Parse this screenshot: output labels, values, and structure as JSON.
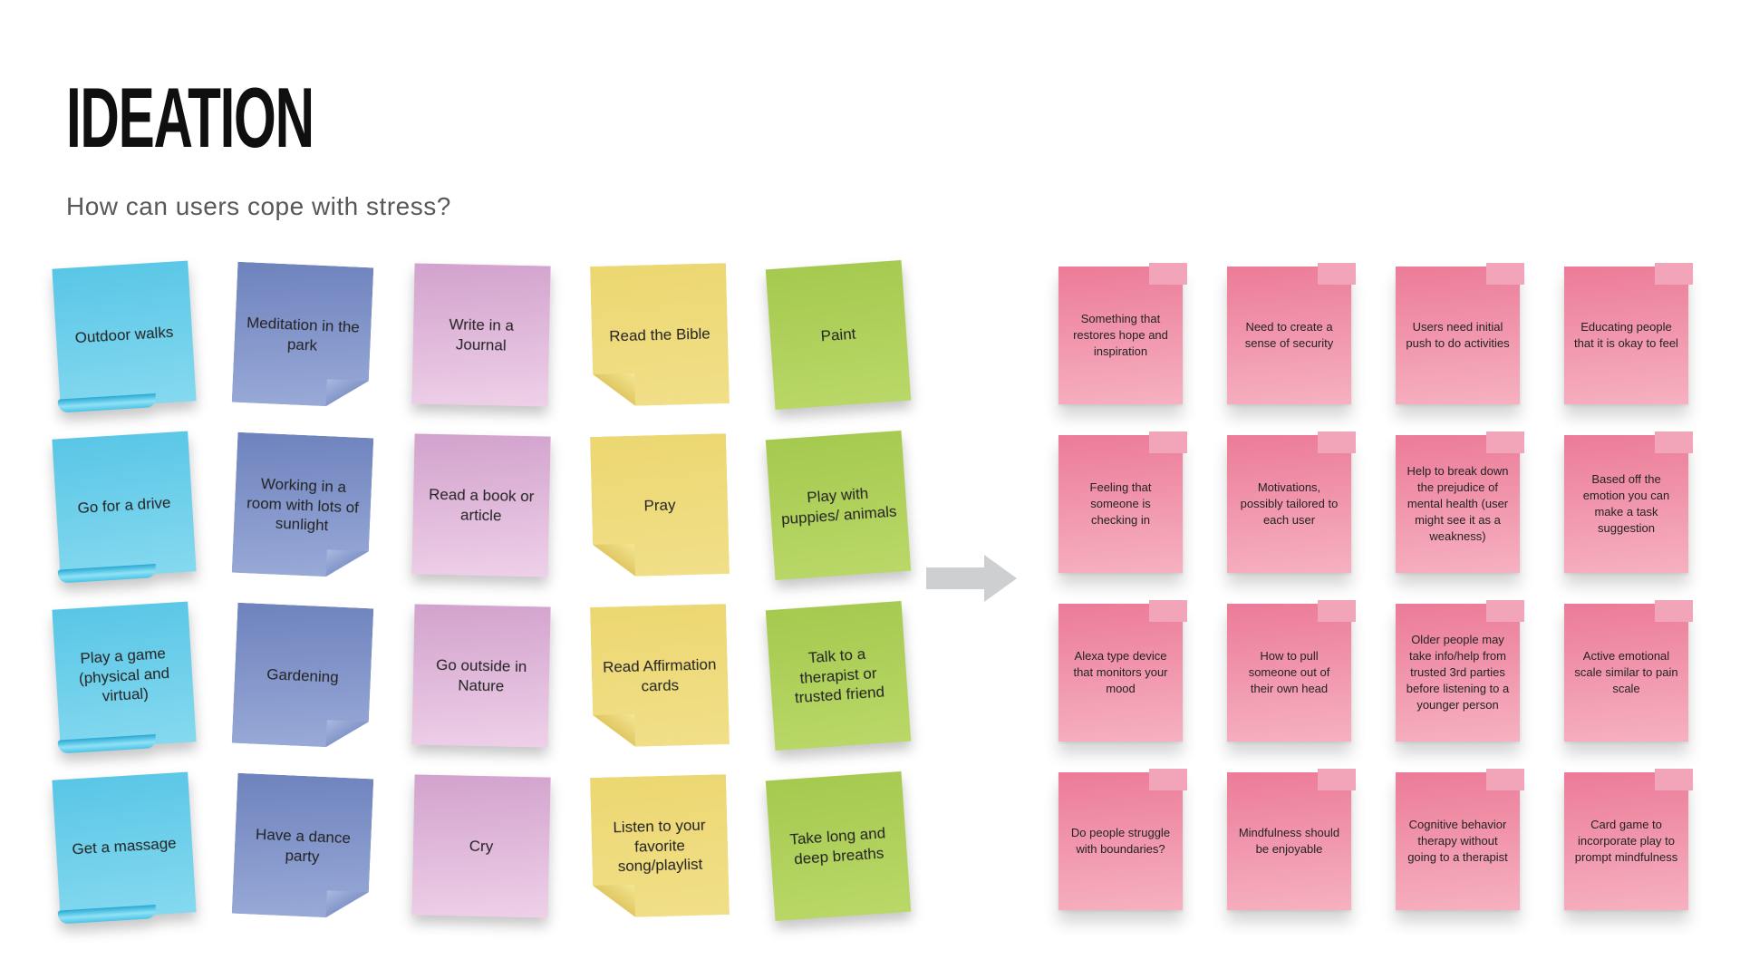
{
  "header": {
    "title": "IDEATION",
    "subtitle": "How can users cope with stress?"
  },
  "palette": {
    "cyan": {
      "top": "#59c6e6",
      "bottom": "#85d9ef"
    },
    "periwinkle": {
      "top": "#6e82bd",
      "bottom": "#9aabd8"
    },
    "lavender": {
      "top": "#d2a2cd",
      "bottom": "#eed0e8"
    },
    "yellow": {
      "top": "#ecd771",
      "bottom": "#f1df88"
    },
    "green": {
      "top": "#a5c94f",
      "bottom": "#bad868"
    },
    "pink": {
      "top": "#ec7b98",
      "bottom": "#f6b1c0"
    }
  },
  "arrow_icon": {
    "direction": "right",
    "color": "#cdcfd0"
  },
  "left_grid": {
    "column_colors": [
      "cyan",
      "periwinkle",
      "lavender",
      "yellow",
      "green"
    ],
    "rows": [
      [
        "Outdoor walks",
        "Meditation in the park",
        "Write in a Journal",
        "Read the Bible",
        "Paint"
      ],
      [
        "Go for a drive",
        "Working in a room with lots of sunlight",
        "Read a book or article",
        "Pray",
        "Play with puppies/ animals"
      ],
      [
        "Play a game (physical and virtual)",
        "Gardening",
        "Go outside in Nature",
        "Read Affirmation cards",
        "Talk to a therapist or trusted friend"
      ],
      [
        "Get a massage",
        "Have a dance party",
        "Cry",
        "Listen to your favorite song/playlist",
        "Take long and deep breaths"
      ]
    ]
  },
  "right_grid": {
    "color": "pink",
    "rows": [
      [
        "Something that restores hope and inspiration",
        "Need to create a sense of security",
        "Users need initial push to do activities",
        "Educating people that it is okay to feel"
      ],
      [
        "Feeling that someone is checking in",
        "Motivations, possibly tailored to each user",
        "Help to break down the prejudice of mental health (user might see it as a weakness)",
        "Based off the emotion you can make a task suggestion"
      ],
      [
        "Alexa type  device that monitors your mood",
        "How to pull someone out of their own head",
        "Older people may take info/help from trusted 3rd parties before listening to a younger person",
        "Active emotional scale similar to pain scale"
      ],
      [
        "Do people struggle with boundaries?",
        "Mindfulness should be enjoyable",
        "Cognitive behavior therapy without going to a therapist",
        "Card game to incorporate play to prompt mindfulness"
      ]
    ]
  }
}
